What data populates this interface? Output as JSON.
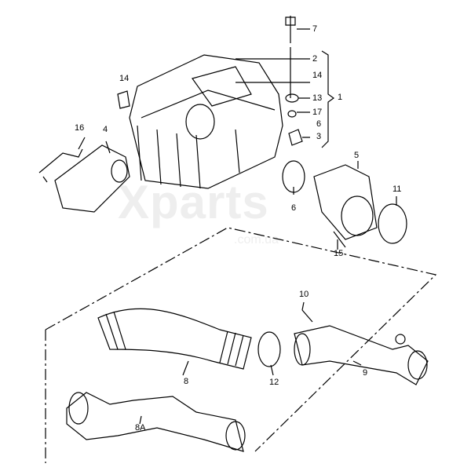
{
  "watermark": {
    "main": "Xparts",
    "sub": ".com.ua"
  },
  "callouts": {
    "c7": "7",
    "c2": "2",
    "c14a": "14",
    "c1": "1",
    "c13": "13",
    "c17": "17",
    "c6a": "6",
    "c3": "3",
    "c14b": "14",
    "c16": "16",
    "c4": "4",
    "c5": "5",
    "c11": "11",
    "c6b": "6",
    "c15": "15",
    "c10": "10",
    "c8": "8",
    "c12": "12",
    "c9": "9",
    "c8A": "8A"
  }
}
